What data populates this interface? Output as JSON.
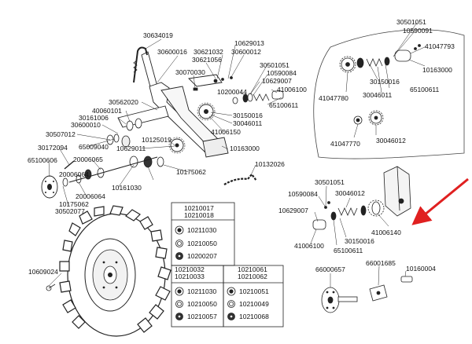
{
  "colors": {
    "line": "#222222",
    "arrow": "#e02020",
    "fill": "#ffffff",
    "dark": "#333333"
  },
  "part_labels": {
    "p30634019": "30634019",
    "p30600016": "30600016",
    "p30621032": "30621032",
    "p30621056": "30621056",
    "p10629013": "10629013",
    "p30600012a": "30600012",
    "p30070030": "30070030",
    "p30501051a": "30501051",
    "p10590084a": "10590084",
    "p10629007a": "10629007",
    "p41006100a": "41006100",
    "p10200044": "10200044",
    "p65100611a": "65100611",
    "p30562020": "30562020",
    "p40060101": "40060101",
    "p30161006": "30161006",
    "p30600010": "30600010",
    "p30507012": "30507012",
    "p65009040": "65009040",
    "p10125019": "10125019",
    "p10629011": "10629011",
    "p30150016a": "30150016",
    "p30046011a": "30046011",
    "p41006150": "41006150",
    "p10163000a": "10163000",
    "p30172094": "30172094",
    "p65100606": "65100606",
    "p20006065": "20006065",
    "p20006064a": "20006064",
    "p10175062a": "10175062",
    "p20006064b": "20006064",
    "p10161030": "10161030",
    "p10175062b": "10175062",
    "p30502077": "30502077",
    "p10132026": "10132026",
    "p30501051b": "30501051",
    "p10590091": "10590091",
    "p41047793": "41047793",
    "p10163000b": "10163000",
    "p30150016b": "30150016",
    "p65100611b": "65100611",
    "p41047780": "41047780",
    "p30046011b": "30046011",
    "p41047770": "41047770",
    "p30046012a": "30046012",
    "p30501051c": "30501051",
    "p10590084b": "10590084",
    "p30046012b": "30046012",
    "p10629007b": "10629007",
    "p41006140": "41006140",
    "p41006100b": "41006100",
    "p30150016c": "30150016",
    "p65100611c": "65100611",
    "p10609024": "10609024",
    "p66000657": "66000657",
    "p66001685": "66001685",
    "p10160004": "10160004"
  },
  "table": {
    "top_header": [
      "10210017",
      "10210018"
    ],
    "top_rows": [
      "10211030",
      "10210050",
      "10200207"
    ],
    "left_header": [
      "10210032",
      "10210033"
    ],
    "left_rows": [
      "10211030",
      "10210050",
      "10210057"
    ],
    "right_header": [
      "10210061",
      "10210062"
    ],
    "right_rows": [
      "10210051",
      "10210049",
      "10210068"
    ]
  }
}
